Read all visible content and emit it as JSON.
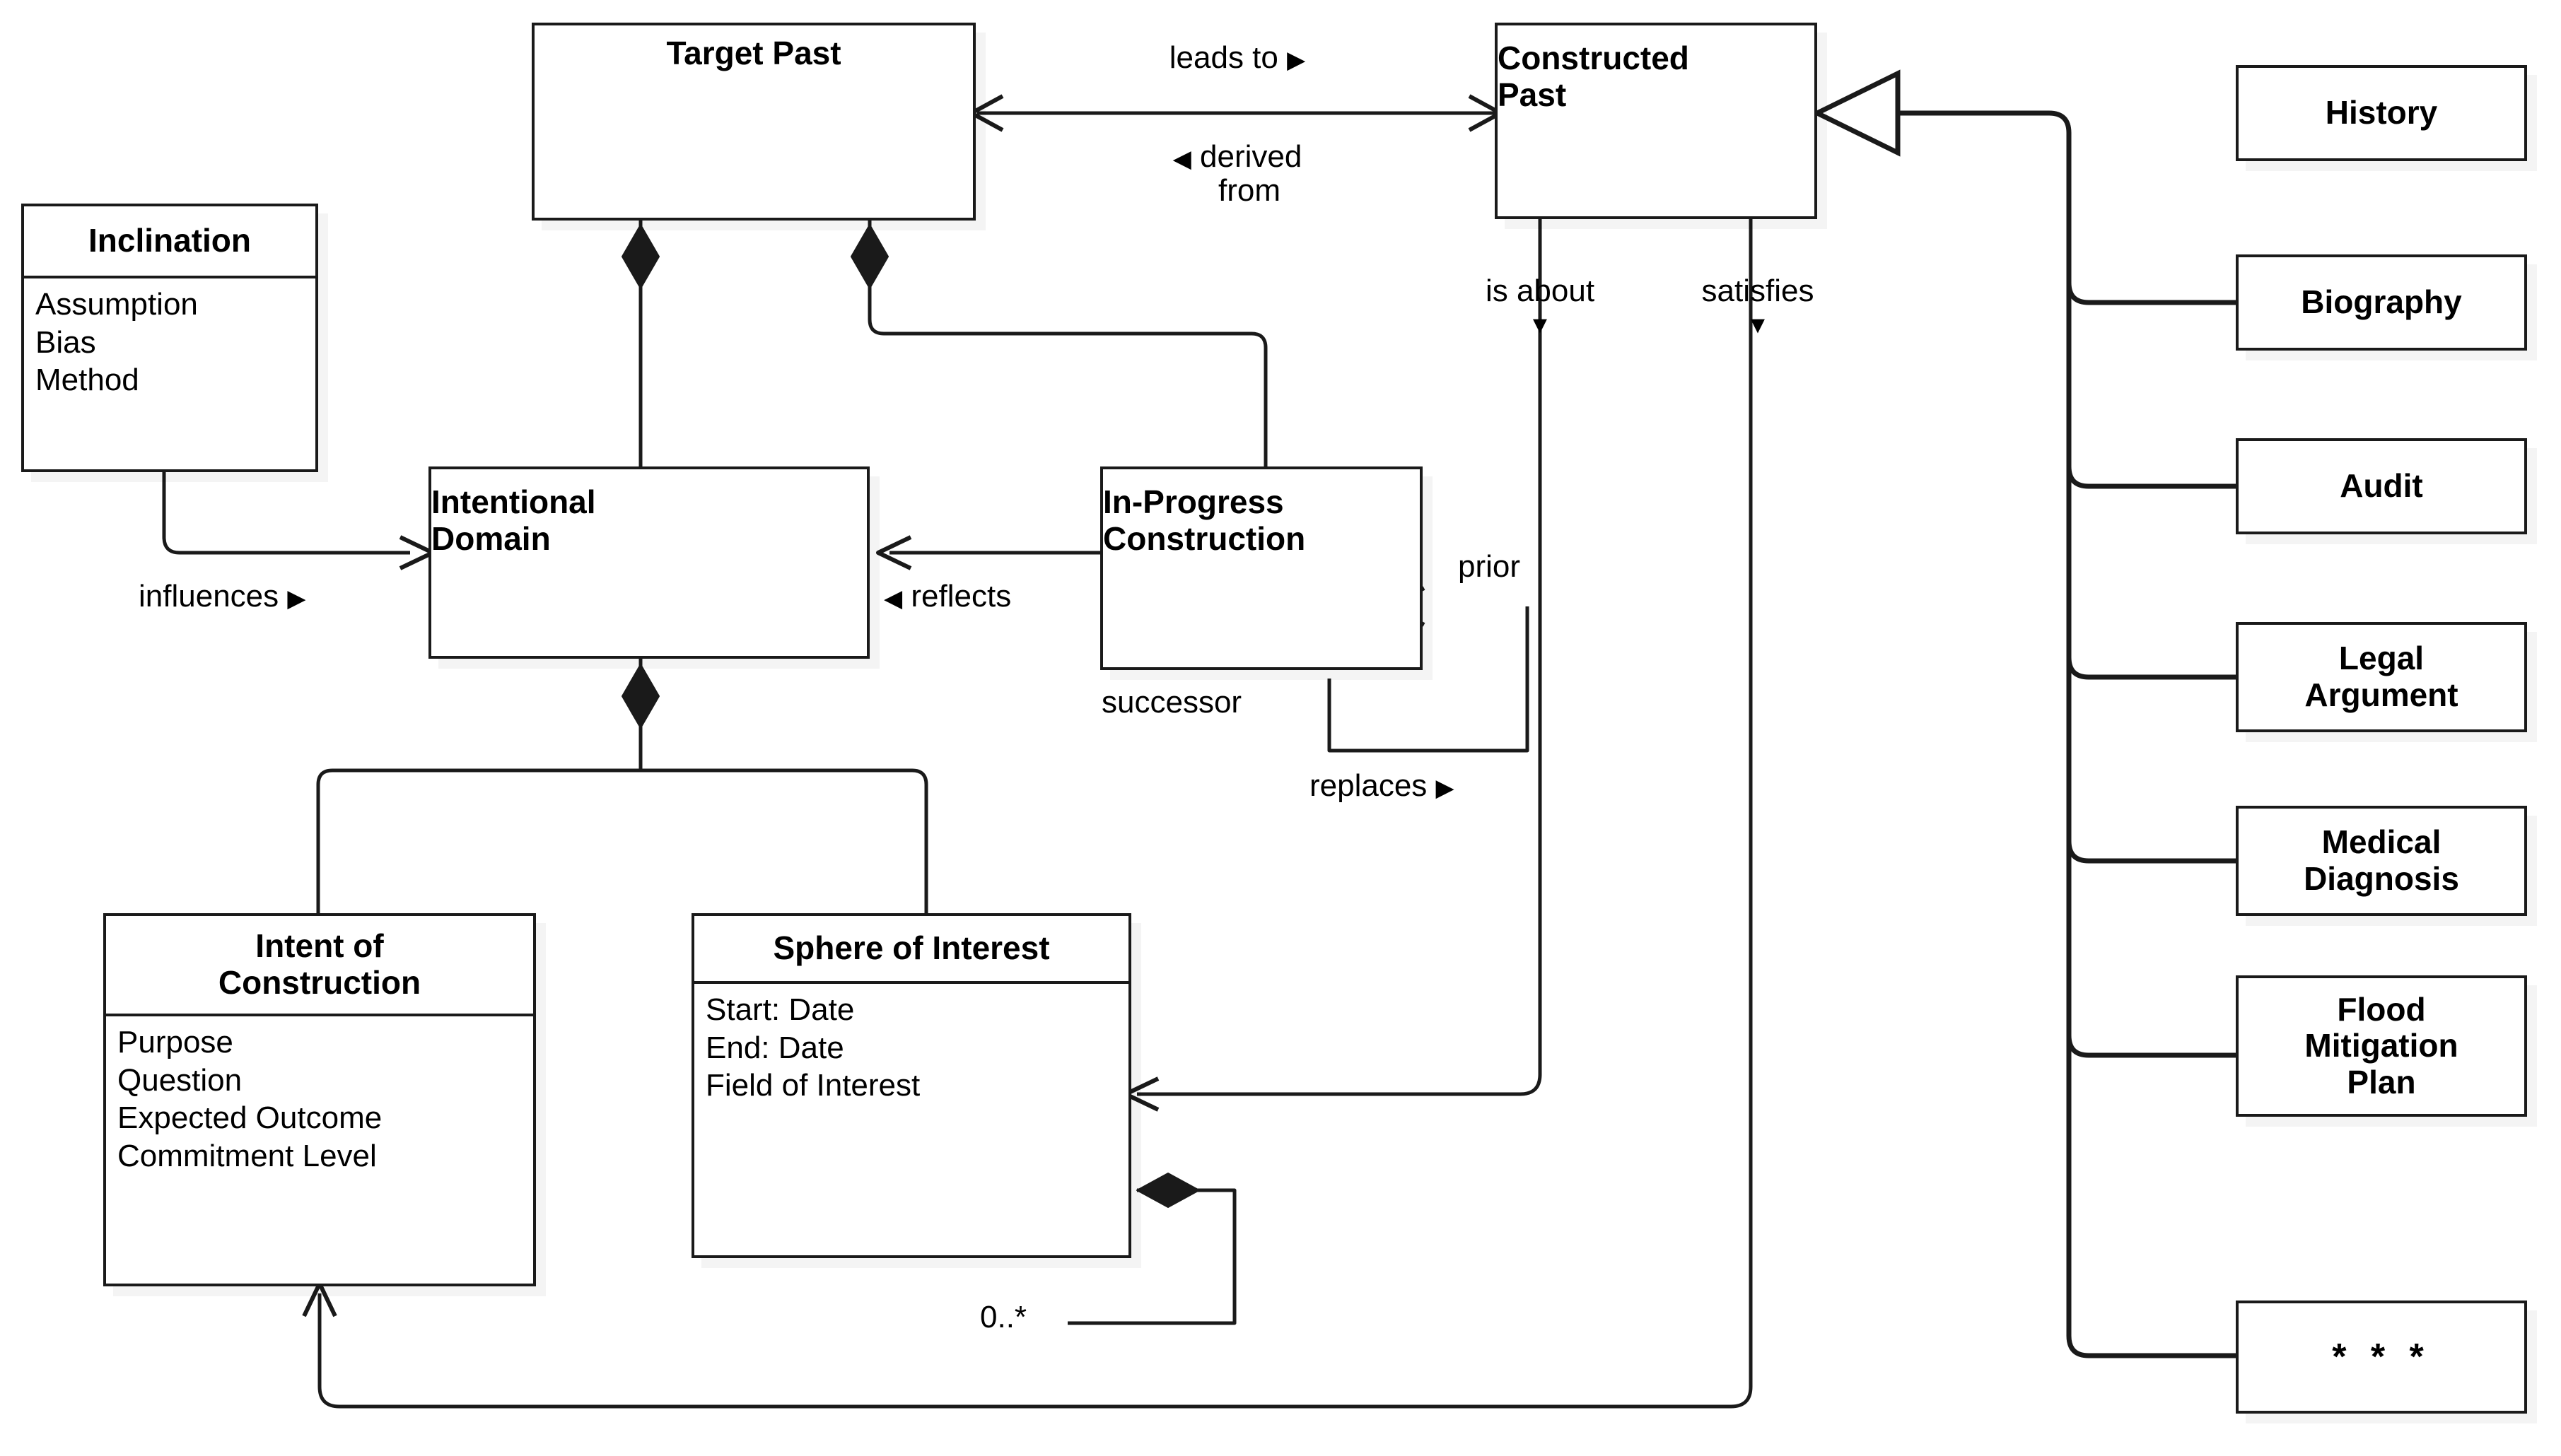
{
  "diagram": {
    "kind": "uml-class-diagram",
    "colors": {
      "stroke": "#1a1a1a",
      "fill": "#ffffff",
      "text": "#000000",
      "shadow": "rgba(0,0,0,0.045)"
    }
  },
  "classes": {
    "target_past": {
      "name": "Target Past",
      "attributes": []
    },
    "constructed_past": {
      "name": "Constructed\nPast",
      "name_line1": "Constructed",
      "name_line2": "Past",
      "attributes": []
    },
    "inclination": {
      "name": "Inclination",
      "attributes": [
        "Assumption",
        "Bias",
        "Method"
      ]
    },
    "intentional_domain": {
      "name": "Intentional\nDomain",
      "name_line1": "Intentional",
      "name_line2": "Domain",
      "attributes": []
    },
    "in_progress_construction": {
      "name": "In-Progress\nConstruction",
      "name_line1": "In-Progress",
      "name_line2": "Construction",
      "attributes": []
    },
    "intent_of_construction": {
      "name": "Intent of\nConstruction",
      "name_line1": "Intent of",
      "name_line2": "Construction",
      "attributes": [
        "Purpose",
        "Question",
        "Expected Outcome",
        "Commitment Level"
      ]
    },
    "sphere_of_interest": {
      "name": "Sphere of Interest",
      "attributes": [
        "Start: Date",
        "End: Date",
        "Field of Interest"
      ]
    }
  },
  "subclasses": [
    {
      "id": "history",
      "name": "History"
    },
    {
      "id": "biography",
      "name": "Biography"
    },
    {
      "id": "audit",
      "name": "Audit"
    },
    {
      "id": "legal_argument",
      "name": "Legal\nArgument",
      "line1": "Legal",
      "line2": "Argument"
    },
    {
      "id": "medical_diagnosis",
      "name": "Medical\nDiagnosis",
      "line1": "Medical",
      "line2": "Diagnosis"
    },
    {
      "id": "flood_mitigation",
      "name": "Flood\nMitigation\nPlan",
      "line1": "Flood",
      "line2": "Mitigation",
      "line3": "Plan"
    },
    {
      "id": "ellipsis",
      "name": "* * *"
    }
  ],
  "relationships": {
    "leads_to": {
      "label": "leads to",
      "direction_marker": "▶"
    },
    "derived_from": {
      "label_line1": "derived",
      "label_line2": "from",
      "direction_marker": "◀"
    },
    "influences": {
      "label": "influences",
      "direction_marker": "▶"
    },
    "reflects": {
      "label": "reflects",
      "direction_marker": "◀"
    },
    "is_about": {
      "label": "is about",
      "direction_marker": "▼"
    },
    "satisfies": {
      "label": "satisfies",
      "direction_marker": "▼"
    },
    "replaces": {
      "label": "replaces",
      "direction_marker": "▶",
      "role_source": "successor",
      "role_target": "prior"
    },
    "sphere_self": {
      "multiplicity": "0..*"
    }
  }
}
